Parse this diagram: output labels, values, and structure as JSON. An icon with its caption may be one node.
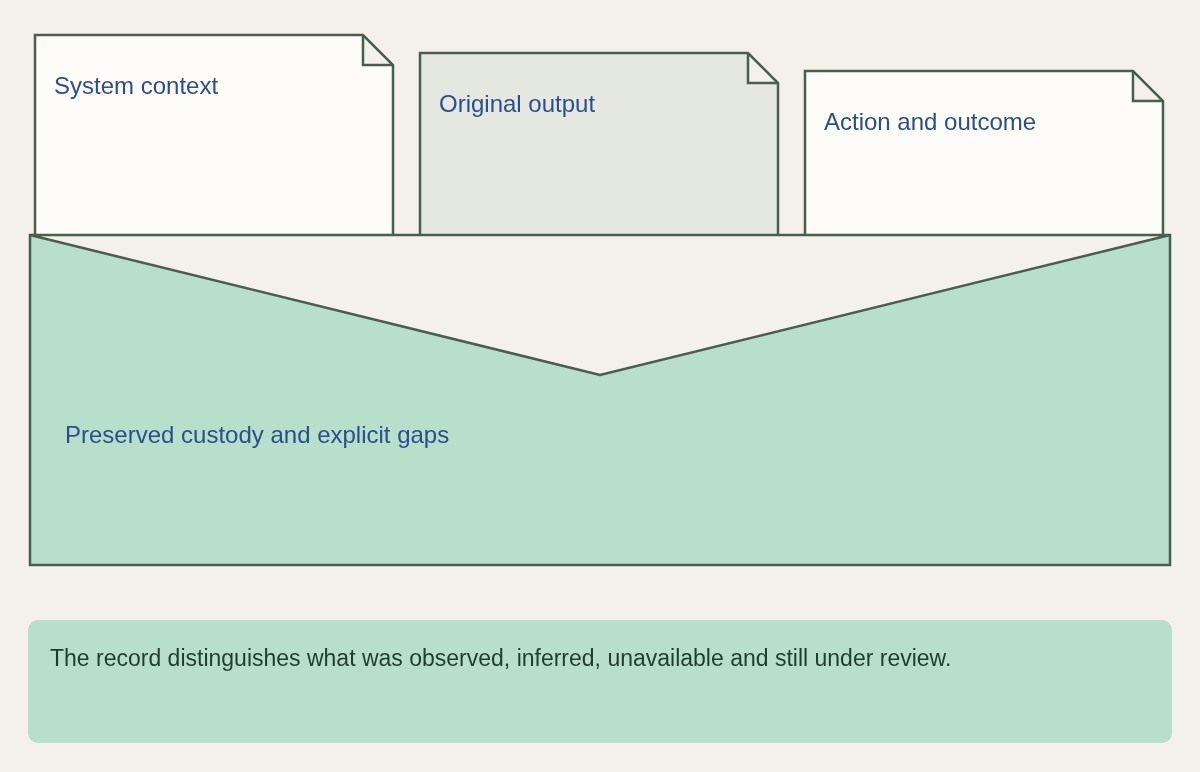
{
  "diagram": {
    "nodes": [
      {
        "text": [
          "System context"
        ]
      },
      {
        "text": [
          "Original output"
        ]
      },
      {
        "text": [
          "Action and outcome"
        ]
      },
      {
        "text": [
          "Preserved custody and explicit gaps"
        ]
      },
      {
        "text": [
          "The record distinguishes what was observed, inferred, unavailable and still under review."
        ]
      }
    ],
    "edges": []
  }
}
